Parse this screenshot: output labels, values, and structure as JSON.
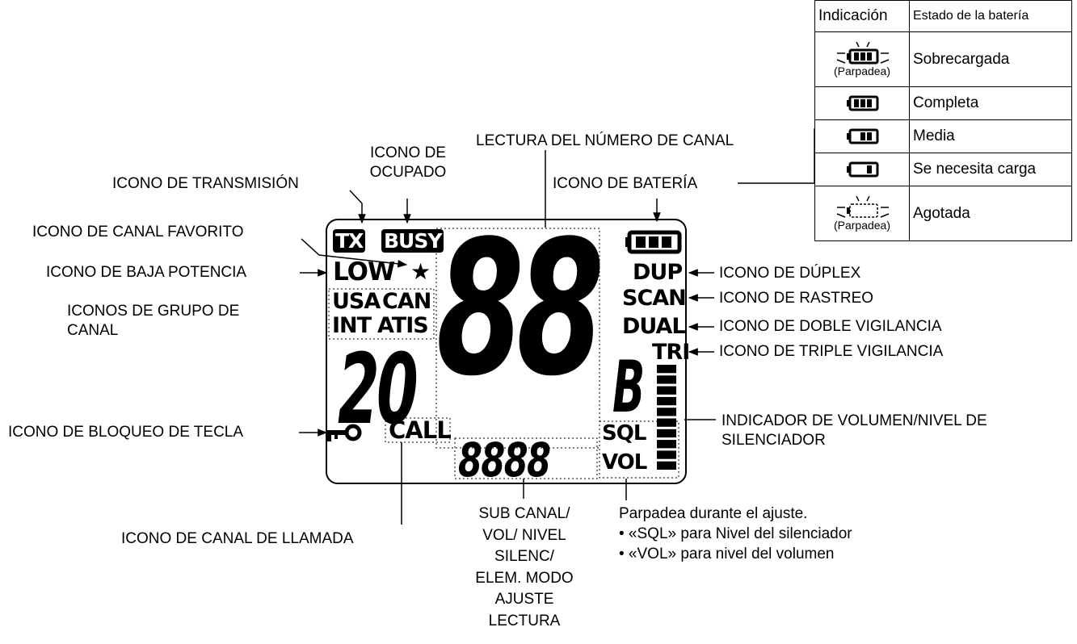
{
  "lcd": {
    "tx": "TX",
    "busy": "BUSY",
    "low": "LOW",
    "star": "★",
    "usa": "USA",
    "can": "CAN",
    "int": "INT",
    "atis": "ATIS",
    "dup": "DUP",
    "scan": "SCAN",
    "dual": "DUAL",
    "tri": "TRI",
    "call": "CALL",
    "sql": "SQL",
    "vol": "VOL",
    "big_digits": "88",
    "left_digits": "20",
    "suffix_digit": "B",
    "sub_digits": "8888",
    "volume_level_bars": 10
  },
  "labels": {
    "transmision": "ICONO DE TRANSMISIÓN",
    "ocupado_line1": "ICONO DE",
    "ocupado_line2": "OCUPADO",
    "lectura": "LECTURA DEL NÚMERO DE CANAL",
    "bateria": "ICONO DE BATERÍA",
    "favorito": "ICONO DE CANAL FAVORITO",
    "baja": "ICONO DE BAJA POTENCIA",
    "grupo_line1": "ICONOS DE GRUPO DE",
    "grupo_line2": "CANAL",
    "duplex": "ICONO DE DÚPLEX",
    "rastreo": "ICONO DE RASTREO",
    "doble": "ICONO DE DOBLE VIGILANCIA",
    "triple": "ICONO DE TRIPLE VIGILANCIA",
    "bloqueo": "ICONO DE BLOQUEO DE TECLA",
    "volumen_line1": "INDICADOR DE VOLUMEN/NIVEL DE",
    "volumen_line2": "SILENCIADOR",
    "llamada": "ICONO DE CANAL DE LLAMADA",
    "sub": [
      "SUB CANAL/",
      "VOL/ NIVEL",
      "SILENC/",
      "ELEM. MODO",
      "AJUSTE",
      "LECTURA"
    ],
    "parpadea": "Parpadea durante el ajuste.",
    "sql_note": "• «SQL» para Nivel del silenciador",
    "vol_note": "• «VOL» para nivel del volumen"
  },
  "battery_table": {
    "header_indicacion": "Indicación",
    "header_estado": "Estado de la batería",
    "rows": [
      {
        "icon": "battery-blinking-full-icon",
        "bars": 3,
        "blink": true,
        "note": "(Parpadea)",
        "estado": "Sobrecargada"
      },
      {
        "icon": "battery-full-icon",
        "bars": 3,
        "blink": false,
        "note": "",
        "estado": "Completa"
      },
      {
        "icon": "battery-medium-icon",
        "bars": 2,
        "blink": false,
        "note": "",
        "estado": "Media"
      },
      {
        "icon": "battery-low-icon",
        "bars": 1,
        "blink": false,
        "note": "",
        "estado": "Se necesita carga"
      },
      {
        "icon": "battery-empty-blinking-icon",
        "bars": 0,
        "blink": true,
        "note": "(Parpadea)",
        "estado": "Agotada"
      }
    ]
  }
}
